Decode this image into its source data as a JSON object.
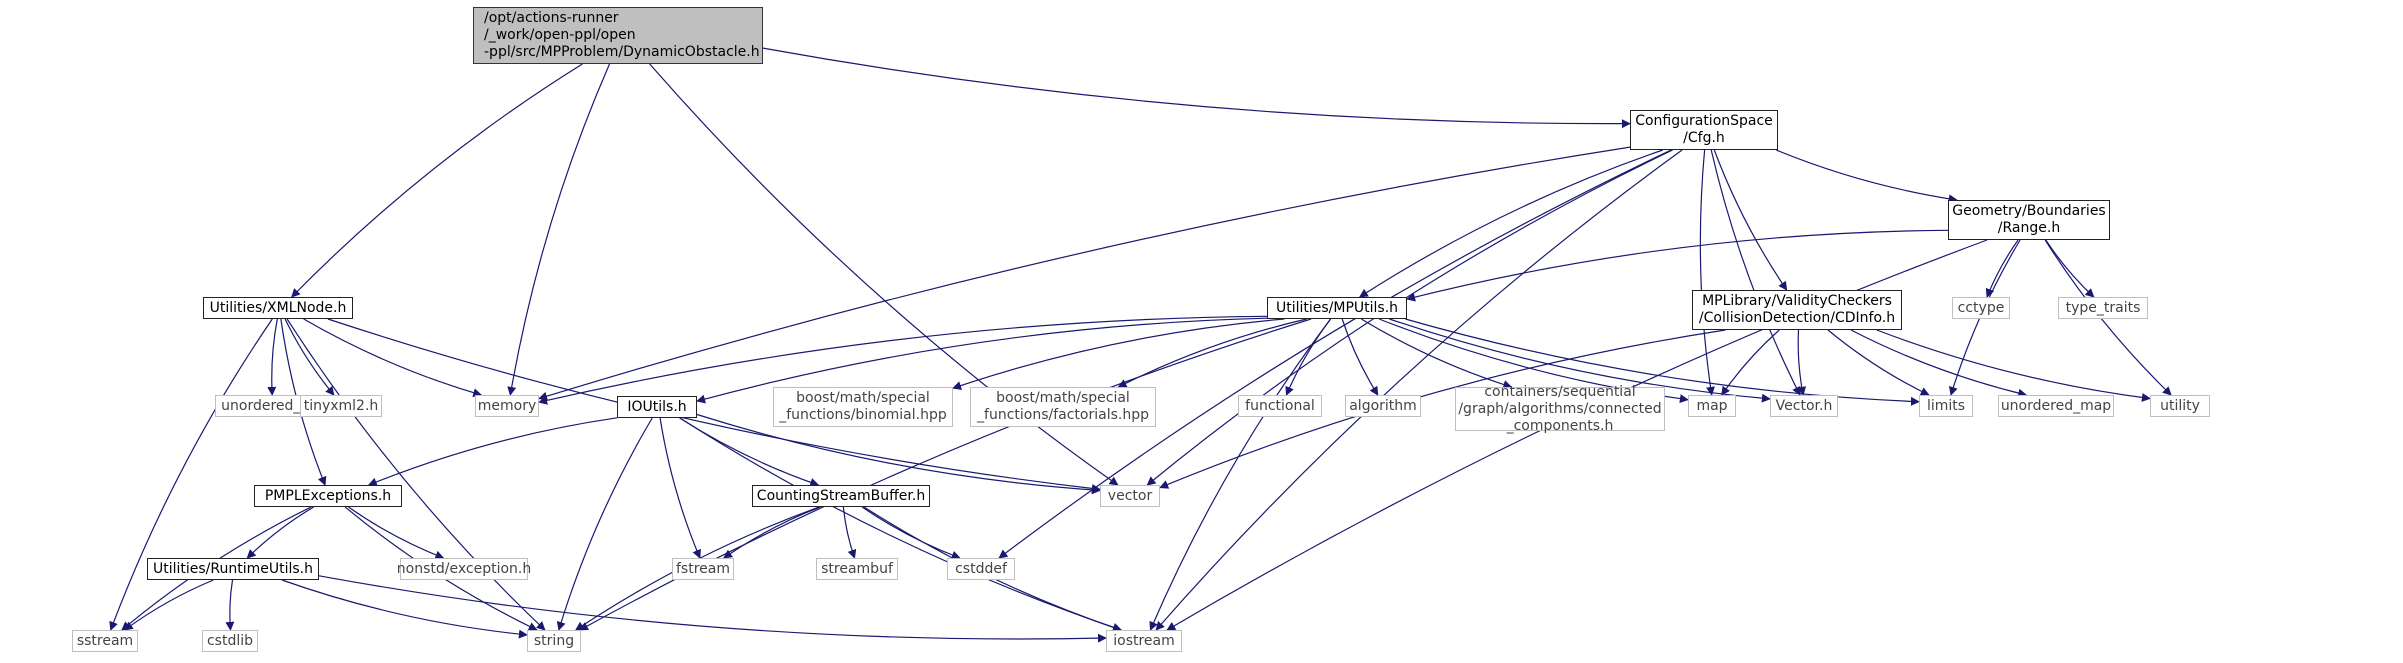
{
  "diagram": {
    "edge_color": "#191970",
    "nodes": [
      {
        "id": "root",
        "kind": "root",
        "lines": [
          "/opt/actions-runner",
          "/_work/open-ppl/open",
          "-ppl/src/MPProblem/DynamicObstacle.h"
        ]
      },
      {
        "id": "cfg",
        "kind": "doc",
        "lines": [
          "ConfigurationSpace",
          "/Cfg.h"
        ]
      },
      {
        "id": "xmlnode",
        "kind": "doc",
        "lines": [
          "Utilities/XMLNode.h"
        ]
      },
      {
        "id": "range",
        "kind": "doc",
        "lines": [
          "Geometry/Boundaries",
          "/Range.h"
        ]
      },
      {
        "id": "mputils",
        "kind": "doc",
        "lines": [
          "Utilities/MPUtils.h"
        ]
      },
      {
        "id": "cdinfo",
        "kind": "doc",
        "lines": [
          "MPLibrary/ValidityCheckers",
          "/CollisionDetection/CDInfo.h"
        ]
      },
      {
        "id": "ioutils",
        "kind": "doc",
        "lines": [
          "IOUtils.h"
        ]
      },
      {
        "id": "pmplexc",
        "kind": "doc",
        "lines": [
          "PMPLExceptions.h"
        ]
      },
      {
        "id": "csb",
        "kind": "doc",
        "lines": [
          "CountingStreamBuffer.h"
        ]
      },
      {
        "id": "runtime",
        "kind": "doc",
        "lines": [
          "Utilities/RuntimeUtils.h"
        ]
      },
      {
        "id": "unordered_set",
        "kind": "ext",
        "lines": [
          "unordered_set"
        ]
      },
      {
        "id": "tinyxml2",
        "kind": "ext",
        "lines": [
          "tinyxml2.h"
        ]
      },
      {
        "id": "memory",
        "kind": "ext",
        "lines": [
          "memory"
        ]
      },
      {
        "id": "binomial",
        "kind": "ext",
        "lines": [
          "boost/math/special",
          "_functions/binomial.hpp"
        ]
      },
      {
        "id": "factorials",
        "kind": "ext",
        "lines": [
          "boost/math/special",
          "_functions/factorials.hpp"
        ]
      },
      {
        "id": "functional",
        "kind": "ext",
        "lines": [
          "functional"
        ]
      },
      {
        "id": "algorithm",
        "kind": "ext",
        "lines": [
          "algorithm"
        ]
      },
      {
        "id": "cc",
        "kind": "ext",
        "lines": [
          "containers/sequential",
          "/graph/algorithms/connected",
          "_components.h"
        ]
      },
      {
        "id": "map",
        "kind": "ext",
        "lines": [
          "map"
        ]
      },
      {
        "id": "vectorh",
        "kind": "ext",
        "lines": [
          "Vector.h"
        ]
      },
      {
        "id": "limits",
        "kind": "ext",
        "lines": [
          "limits"
        ]
      },
      {
        "id": "unordered_map",
        "kind": "ext",
        "lines": [
          "unordered_map"
        ]
      },
      {
        "id": "utility",
        "kind": "ext",
        "lines": [
          "utility"
        ]
      },
      {
        "id": "cctype",
        "kind": "ext",
        "lines": [
          "cctype"
        ]
      },
      {
        "id": "type_traits",
        "kind": "ext",
        "lines": [
          "type_traits"
        ]
      },
      {
        "id": "vector",
        "kind": "ext",
        "lines": [
          "vector"
        ]
      },
      {
        "id": "nonstd",
        "kind": "ext",
        "lines": [
          "nonstd/exception.h"
        ]
      },
      {
        "id": "fstream",
        "kind": "ext",
        "lines": [
          "fstream"
        ]
      },
      {
        "id": "streambuf",
        "kind": "ext",
        "lines": [
          "streambuf"
        ]
      },
      {
        "id": "cstddef",
        "kind": "ext",
        "lines": [
          "cstddef"
        ]
      },
      {
        "id": "sstream",
        "kind": "ext",
        "lines": [
          "sstream"
        ]
      },
      {
        "id": "cstdlib",
        "kind": "ext",
        "lines": [
          "cstdlib"
        ]
      },
      {
        "id": "string",
        "kind": "ext",
        "lines": [
          "string"
        ]
      },
      {
        "id": "iostream",
        "kind": "ext",
        "lines": [
          "iostream"
        ]
      }
    ],
    "edges": [
      [
        "root",
        "xmlnode"
      ],
      [
        "root",
        "memory"
      ],
      [
        "root",
        "vector"
      ],
      [
        "root",
        "cfg"
      ],
      [
        "cfg",
        "memory"
      ],
      [
        "cfg",
        "mputils"
      ],
      [
        "cfg",
        "map"
      ],
      [
        "cfg",
        "vectorh"
      ],
      [
        "cfg",
        "cdinfo"
      ],
      [
        "cfg",
        "range"
      ],
      [
        "cfg",
        "vector"
      ],
      [
        "cfg",
        "cstddef"
      ],
      [
        "cfg",
        "iostream"
      ],
      [
        "xmlnode",
        "unordered_set"
      ],
      [
        "xmlnode",
        "tinyxml2"
      ],
      [
        "xmlnode",
        "memory"
      ],
      [
        "xmlnode",
        "vector"
      ],
      [
        "xmlnode",
        "pmplexc"
      ],
      [
        "xmlnode",
        "sstream"
      ],
      [
        "xmlnode",
        "string"
      ],
      [
        "range",
        "mputils"
      ],
      [
        "range",
        "cctype"
      ],
      [
        "range",
        "type_traits"
      ],
      [
        "range",
        "limits"
      ],
      [
        "range",
        "utility"
      ],
      [
        "range",
        "iostream"
      ],
      [
        "mputils",
        "memory"
      ],
      [
        "mputils",
        "ioutils"
      ],
      [
        "mputils",
        "binomial"
      ],
      [
        "mputils",
        "factorials"
      ],
      [
        "mputils",
        "functional"
      ],
      [
        "mputils",
        "algorithm"
      ],
      [
        "mputils",
        "cc"
      ],
      [
        "mputils",
        "map"
      ],
      [
        "mputils",
        "vectorh"
      ],
      [
        "mputils",
        "limits"
      ],
      [
        "mputils",
        "string"
      ],
      [
        "mputils",
        "iostream"
      ],
      [
        "cdinfo",
        "map"
      ],
      [
        "cdinfo",
        "vectorh"
      ],
      [
        "cdinfo",
        "limits"
      ],
      [
        "cdinfo",
        "unordered_map"
      ],
      [
        "cdinfo",
        "utility"
      ],
      [
        "cdinfo",
        "vector"
      ],
      [
        "ioutils",
        "pmplexc"
      ],
      [
        "ioutils",
        "csb"
      ],
      [
        "ioutils",
        "vector"
      ],
      [
        "ioutils",
        "fstream"
      ],
      [
        "ioutils",
        "string"
      ],
      [
        "ioutils",
        "iostream"
      ],
      [
        "pmplexc",
        "runtime"
      ],
      [
        "pmplexc",
        "nonstd"
      ],
      [
        "pmplexc",
        "sstream"
      ],
      [
        "pmplexc",
        "string"
      ],
      [
        "csb",
        "fstream"
      ],
      [
        "csb",
        "streambuf"
      ],
      [
        "csb",
        "cstddef"
      ],
      [
        "csb",
        "string"
      ],
      [
        "csb",
        "iostream"
      ],
      [
        "runtime",
        "sstream"
      ],
      [
        "runtime",
        "cstdlib"
      ],
      [
        "runtime",
        "string"
      ],
      [
        "runtime",
        "iostream"
      ]
    ]
  }
}
